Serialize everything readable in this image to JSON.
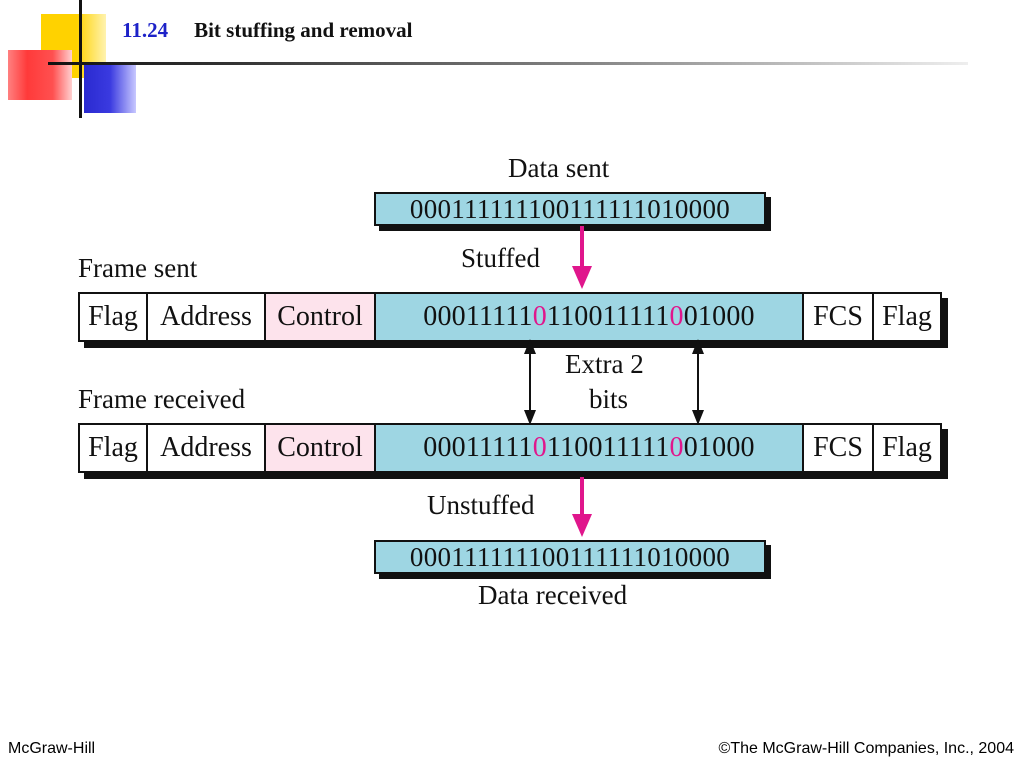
{
  "slide": {
    "number": "11.24",
    "title": "Bit stuffing and removal"
  },
  "footer": {
    "left": "McGraw-Hill",
    "right": "©The McGraw-Hill Companies, Inc., 2004"
  },
  "diagram": {
    "data_sent_label": "Data sent",
    "data_sent_bits": "000111111100111111010000",
    "stuffed_label": "Stuffed",
    "frame_sent_label": "Frame sent",
    "frame_received_label": "Frame received",
    "fields": {
      "flag": "Flag",
      "address": "Address",
      "control": "Control",
      "fcs": "FCS",
      "flag_end": "Flag"
    },
    "frame_data": {
      "part1": "00011111",
      "extra_bit_1": "0",
      "part2": "110011111",
      "extra_bit_2": "0",
      "part3": "01000"
    },
    "extra_label_line1": "Extra 2",
    "extra_label_line2": "bits",
    "unstuffed_label": "Unstuffed",
    "data_received_bits": "000111111100111111010000",
    "data_received_label": "Data received",
    "colors": {
      "data_fill": "#9ed6e3",
      "control_fill": "#fde3ec",
      "extra_bit": "#e0168c",
      "arrow_magenta": "#e0168c",
      "title_number": "#1d22c8"
    }
  }
}
